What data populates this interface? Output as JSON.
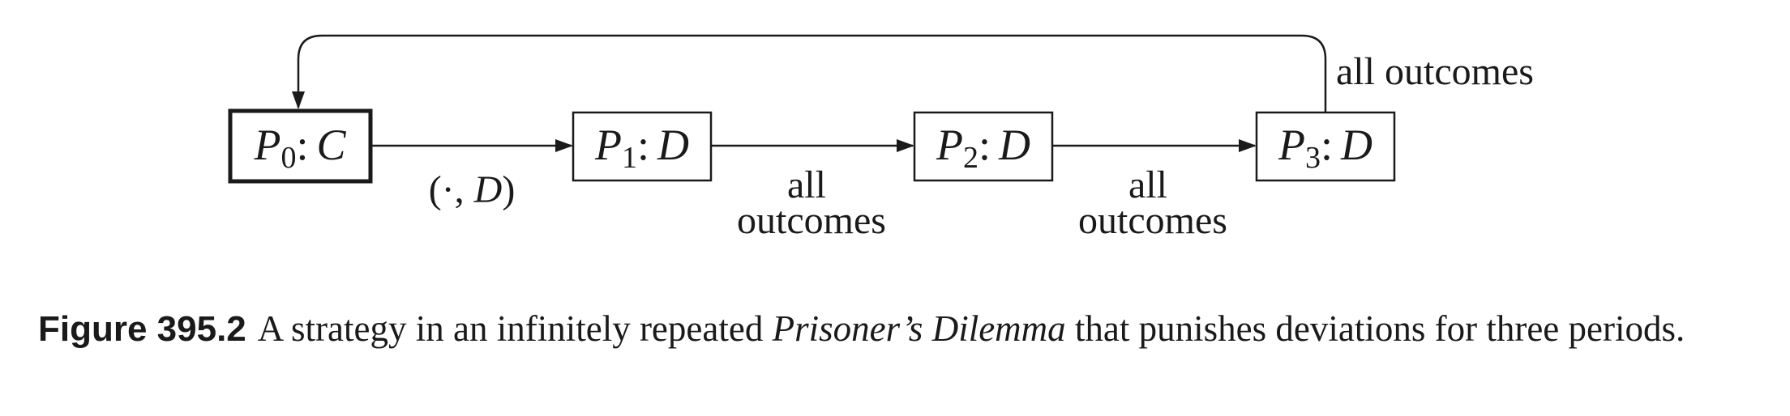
{
  "diagram": {
    "nodes": [
      {
        "id": "P0",
        "letter": "P",
        "subscript": "0",
        "action": "C",
        "initial": true
      },
      {
        "id": "P1",
        "letter": "P",
        "subscript": "1",
        "action": "D",
        "initial": false
      },
      {
        "id": "P2",
        "letter": "P",
        "subscript": "2",
        "action": "D",
        "initial": false
      },
      {
        "id": "P3",
        "letter": "P",
        "subscript": "3",
        "action": "D",
        "initial": false
      }
    ],
    "edges": [
      {
        "from": "P0",
        "to": "P1",
        "label_open": "(·, ",
        "label_it": "D",
        "label_close": ")"
      },
      {
        "from": "P1",
        "to": "P2",
        "label_line1": "all",
        "label_line2": "outcomes"
      },
      {
        "from": "P2",
        "to": "P3",
        "label_line1": "all",
        "label_line2": "outcomes"
      },
      {
        "from": "P3",
        "to": "P0",
        "label": "all outcomes"
      }
    ],
    "colon": ":"
  },
  "caption": {
    "label": "Figure 395.2",
    "text_before": "A strategy in an infinitely repeated ",
    "text_italic": "Prisoner’s Dilemma",
    "text_after": " that punishes deviations for three periods."
  }
}
